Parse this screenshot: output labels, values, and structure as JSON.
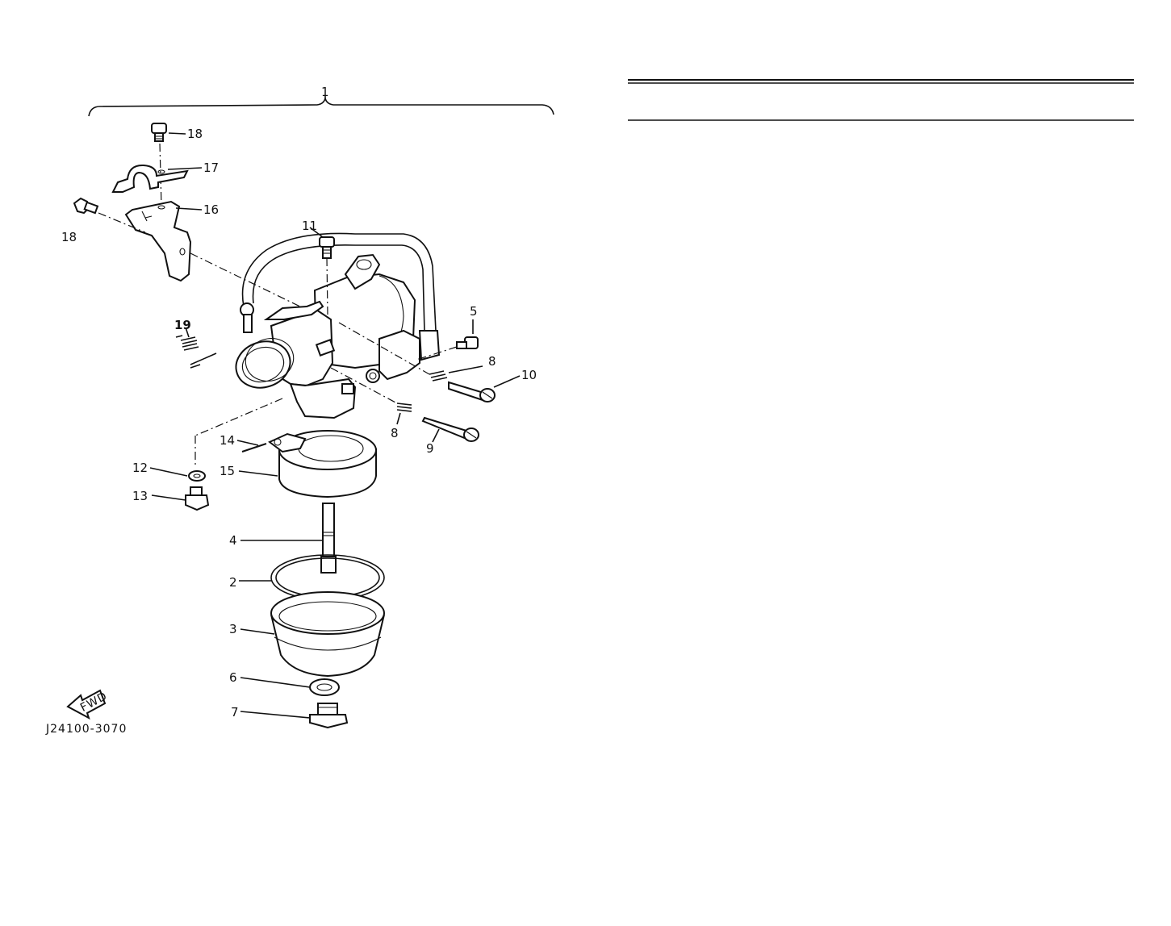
{
  "diagram": {
    "drawing_code": "J24100-3070",
    "fwd_marker": "FWD",
    "callouts": {
      "c1": "1",
      "c2": "2",
      "c3": "3",
      "c4": "4",
      "c5": "5",
      "c6": "6",
      "c7": "7",
      "c8a": "8",
      "c8b": "8",
      "c9": "9",
      "c10": "10",
      "c11": "11",
      "c12": "12",
      "c13": "13",
      "c14": "14",
      "c15": "15",
      "c16": "16",
      "c17": "17",
      "c18a": "18",
      "c18b": "18",
      "c19": "19"
    }
  },
  "colors": {
    "ink": "#111111",
    "paper": "#ffffff"
  }
}
